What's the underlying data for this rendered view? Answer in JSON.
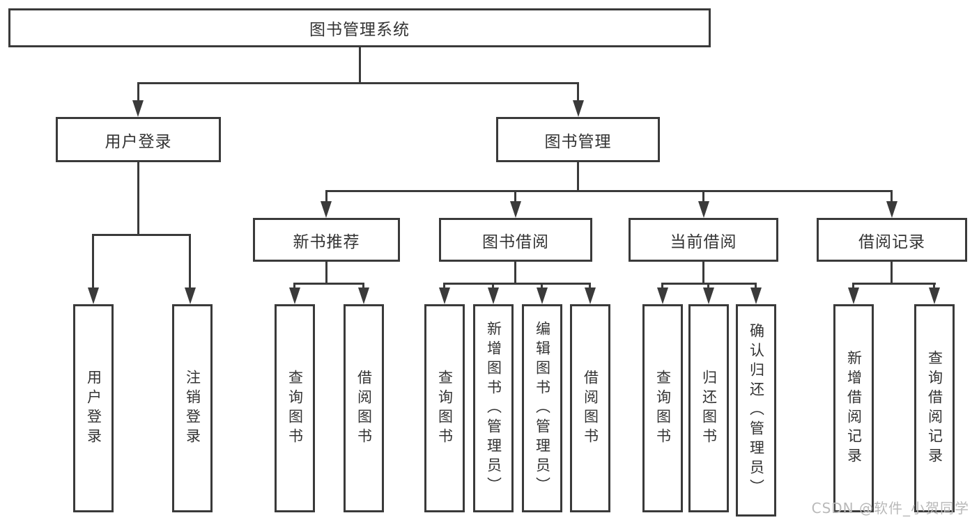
{
  "diagram": {
    "title": "图书管理系统",
    "colors": {
      "line": "#3a3a3a",
      "text": "#333333",
      "box_fill": "#ffffff",
      "watermark": "#b9b9b9"
    },
    "nodes": {
      "root": "图书管理系统",
      "user_login": "用户登录",
      "book_mgmt": "图书管理",
      "new_books": "新书推荐",
      "book_borrow": "图书借阅",
      "current_borrow": "当前借阅",
      "borrow_records": "借阅记录"
    },
    "leaves": {
      "ul_login": "用户登录",
      "ul_logout": "注销登录",
      "nb_query": "查询图书",
      "nb_borrow": "借阅图书",
      "bb_query": "查询图书",
      "bb_add": "新增图书（管理员）",
      "bb_edit": "编辑图书（管理员）",
      "bb_borrow": "借阅图书",
      "cb_query": "查询图书",
      "cb_return": "归还图书",
      "cb_confirm": "确认归还（管理员）",
      "br_add": "新增借阅记录",
      "br_query": "查询借阅记录"
    }
  },
  "watermark": "CSDN @软件_小贺同学"
}
